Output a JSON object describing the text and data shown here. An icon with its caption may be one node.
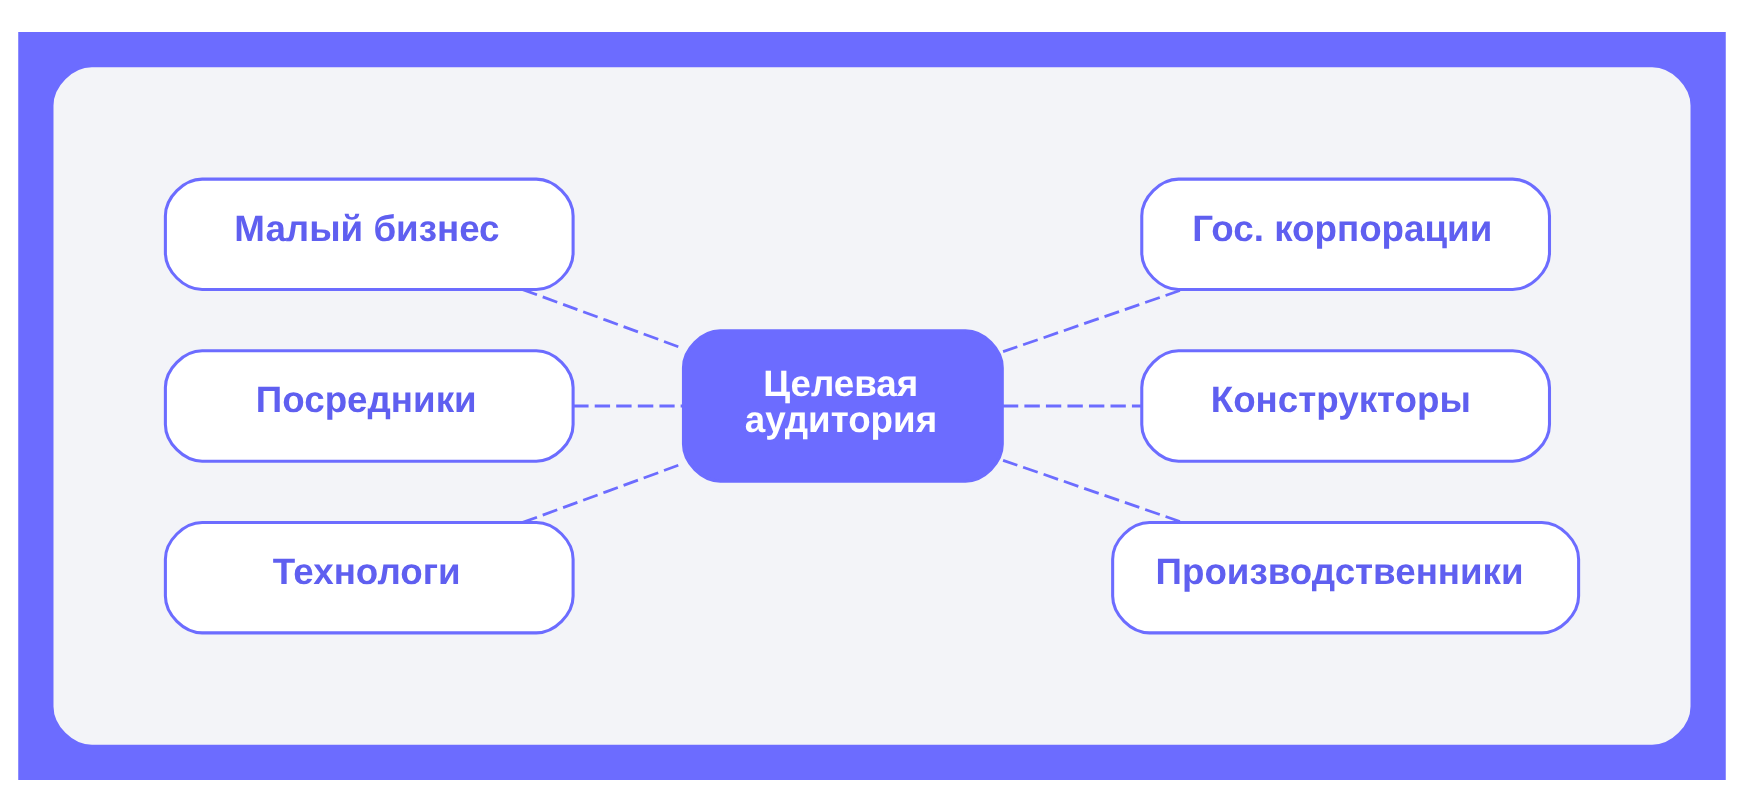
{
  "diagram": {
    "nodes": [
      {
        "text": [],
        "shape": "box"
      },
      {
        "text": [
          "Малый бизнес"
        ],
        "in": 0
      },
      {
        "text": [
          "Гос. корпорации"
        ],
        "in": 0
      },
      {
        "text": [
          "Посредники"
        ],
        "in": 0
      },
      {
        "text": [
          "Целевая аудитория"
        ],
        "in": 0
      },
      {
        "text": [
          "Конструкторы"
        ],
        "in": 0
      },
      {
        "text": [
          "Технологи"
        ],
        "in": 0
      },
      {
        "text": [
          "Производственники"
        ],
        "in": 0
      }
    ],
    "edges": [
      {
        "from": 1,
        "to": 4,
        "arrow": "none",
        "style": "dashed"
      },
      {
        "from": 3,
        "to": 4,
        "arrow": "none",
        "style": "dashed"
      },
      {
        "from": 6,
        "to": 4,
        "arrow": "none",
        "style": "dashed"
      },
      {
        "from": 4,
        "to": 2,
        "arrow": "none",
        "style": "dashed"
      },
      {
        "from": 4,
        "to": 5,
        "arrow": "none",
        "style": "dashed"
      },
      {
        "from": 4,
        "to": 7,
        "arrow": "none",
        "style": "dashed"
      }
    ]
  }
}
